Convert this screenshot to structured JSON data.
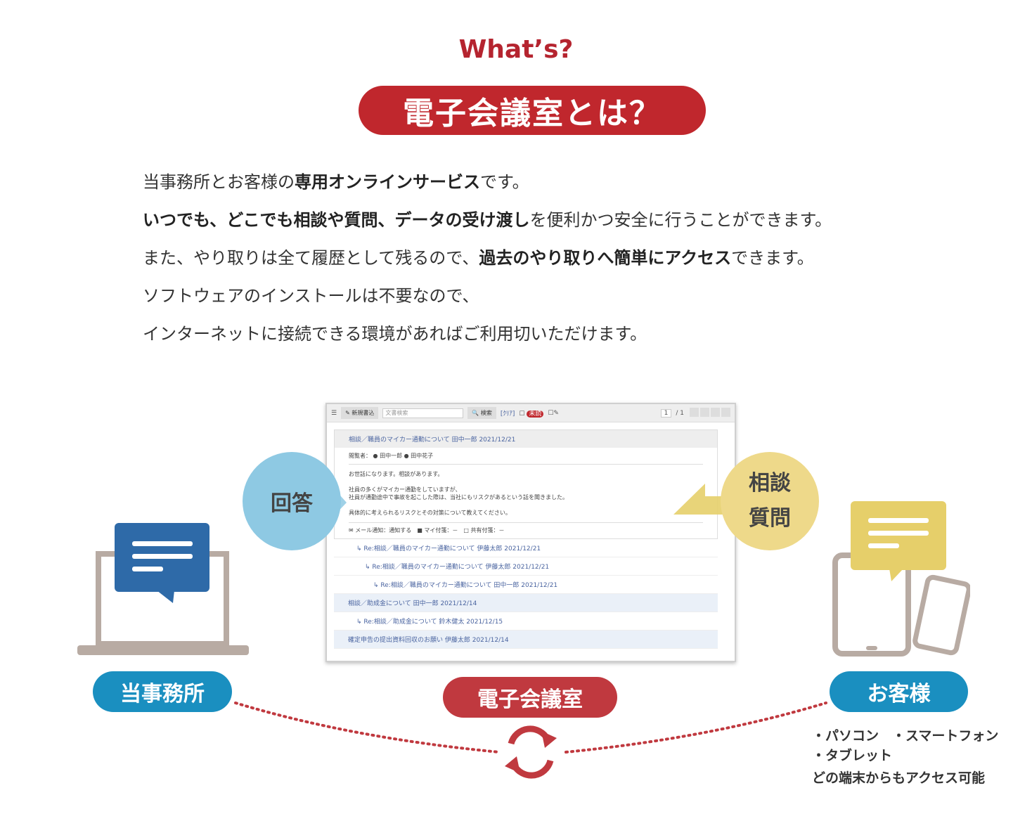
{
  "header": {
    "eyebrow": "What’s?",
    "title": "電子会議室とは？"
  },
  "intro": {
    "l1_a": "当事務所とお客様の",
    "l1_b": "専用オンラインサービス",
    "l1_c": "です。",
    "l2_a": "いつでも、どこでも相談や質問、データの受け渡し",
    "l2_b": "を便利かつ安全に行うことができます。",
    "l3_a": "また、やり取りは全て履歴として残るので、",
    "l3_b": "過去のやり取りへ簡単にアクセス",
    "l3_c": "できます。",
    "l4": "ソフトウェアのインストールは不要なので、",
    "l5": "インターネットに接続できる環境があればご利用切いただけます。"
  },
  "screenshot": {
    "new_post": "✎ 新規書込",
    "search_placeholder": "文書検索",
    "search_btn": "🔍 検索",
    "clear": "[ｸﾘｱ]",
    "unread": "未読",
    "page": "1",
    "page_total": "/ 1",
    "post_title": "相談／職員のマイカー通勤について 田中一郎 2021/12/21",
    "viewers_label": "閲覧者：",
    "viewer1": "田中一郎",
    "viewer2": "田中花子",
    "body": [
      "お世話になります。相談があります。",
      "社員の多くがマイカー通勤をしていますが、",
      "社員が通勤途中で事故を起こした際は、当社にもリスクがあるという話を聞きました。",
      "具体的に考えられるリスクとその対策について教えてください。"
    ],
    "footer": "✉ メール通知：通知する　■ マイ付箋：－　□ 共有付箋：－",
    "threads": [
      {
        "text": "↳ Re:相談／職員のマイカー通勤について 伊藤太郎 2021/12/21",
        "indent": 1,
        "hl": false
      },
      {
        "text": "↳ Re:相談／職員のマイカー通勤について 伊藤太郎 2021/12/21",
        "indent": 2,
        "hl": false
      },
      {
        "text": "↳ Re:相談／職員のマイカー通勤について 田中一郎 2021/12/21",
        "indent": 3,
        "hl": false
      },
      {
        "text": "相談／助成金について 田中一郎 2021/12/14",
        "indent": 0,
        "hl": true
      },
      {
        "text": "↳ Re:相談／助成金について 鈴木健太 2021/12/15",
        "indent": 1,
        "hl": false
      },
      {
        "text": "確定申告の提出資料回収のお願い 伊藤太郎 2021/12/14",
        "indent": 0,
        "hl": true
      }
    ]
  },
  "diagram": {
    "answer": "回答",
    "consult": "相談",
    "question": "質問",
    "office": "当事務所",
    "room": "電子会議室",
    "customer": "お客様",
    "devices": [
      "・パソコン　・スマートフォン",
      "・タブレット",
      "どの端末からもアクセス可能"
    ]
  },
  "colors": {
    "red": "#c0272d",
    "blue": "#1a8fc0",
    "lightblue": "#8ec9e3",
    "yellow": "#e6cf6a",
    "navy": "#2e6aa8"
  }
}
